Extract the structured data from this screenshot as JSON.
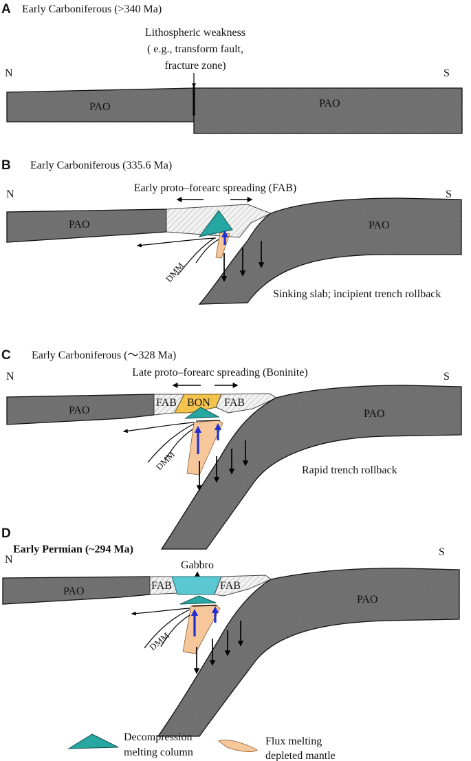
{
  "panels": {
    "a": {
      "letter": "A",
      "title": "Early Carboniferous (>340 Ma)",
      "weakness_lines": [
        "Lithospheric weakness",
        "( e.g., transform fault,",
        "fracture zone)"
      ],
      "north": "N",
      "south": "S",
      "plate_left": "PAO",
      "plate_right": "PAO"
    },
    "b": {
      "letter": "B",
      "title": "Early Carboniferous (335.6 Ma)",
      "spreading": "Early proto–forearc spreading (FAB)",
      "north": "N",
      "south": "S",
      "plate_left": "PAO",
      "plate_right": "PAO",
      "dmm": "DMM",
      "slab_note": "Sinking slab; incipient trench rollback"
    },
    "c": {
      "letter": "C",
      "title": "Early Carboniferous (～328 Ma)",
      "spreading": "Late proto–forearc spreading (Boninite)",
      "north": "N",
      "south": "S",
      "plate_left": "PAO",
      "plate_right": "PAO",
      "fab_left": "FAB",
      "bon": "BON",
      "fab_right": "FAB",
      "dmm": "DMM",
      "slab_note": "Rapid trench rollback"
    },
    "d": {
      "letter": "D",
      "title": "Early Permian (~294 Ma)",
      "north": "N",
      "south": "S",
      "gabbro": "Gabbro",
      "plate_left": "PAO",
      "plate_right": "PAO",
      "fab_left": "FAB",
      "fab_right": "FAB",
      "dmm": "DMM"
    }
  },
  "legend": {
    "decompression_lines": [
      "Decompression",
      "melting column"
    ],
    "flux_lines": [
      "Flux melting",
      "depleted mantle"
    ]
  },
  "colors": {
    "slab": "#737373",
    "forearc_crust": "#e6e6e6",
    "boninite": "#f4c34e",
    "gabbro": "#5bc7d0",
    "decompression": "#27a7a2",
    "flux_melting": "#f6c79b",
    "upwelling_arrow": "#1f2fd6"
  }
}
